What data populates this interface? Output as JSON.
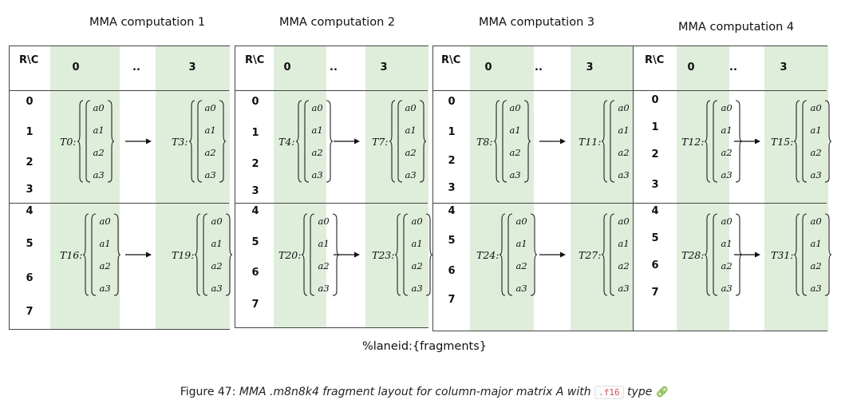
{
  "blocks": [
    {
      "title": "MMA computation 1",
      "corner": "R\\C",
      "cols": [
        "0",
        "..",
        "3"
      ],
      "rows_top": [
        "0",
        "1",
        "2",
        "3"
      ],
      "rows_bottom": [
        "4",
        "5",
        "6",
        "7"
      ],
      "frags": [
        {
          "label": "T0:",
          "items": [
            "a0",
            "a1",
            "a2",
            "a3"
          ]
        },
        {
          "label": "T3:",
          "items": [
            "a0",
            "a1",
            "a2",
            "a3"
          ]
        },
        {
          "label": "T16:",
          "items": [
            "a0",
            "a1",
            "a2",
            "a3"
          ]
        },
        {
          "label": "T19:",
          "items": [
            "a0",
            "a1",
            "a2",
            "a3"
          ]
        }
      ]
    },
    {
      "title": "MMA computation 2",
      "corner": "R\\C",
      "cols": [
        "0",
        "..",
        "3"
      ],
      "rows_top": [
        "0",
        "1",
        "2",
        "3"
      ],
      "rows_bottom": [
        "4",
        "5",
        "6",
        "7"
      ],
      "frags": [
        {
          "label": "T4:",
          "items": [
            "a0",
            "a1",
            "a2",
            "a3"
          ]
        },
        {
          "label": "T7:",
          "items": [
            "a0",
            "a1",
            "a2",
            "a3"
          ]
        },
        {
          "label": "T20:",
          "items": [
            "a0",
            "a1",
            "a2",
            "a3"
          ]
        },
        {
          "label": "T23:",
          "items": [
            "a0",
            "a1",
            "a2",
            "a3"
          ]
        }
      ]
    },
    {
      "title": "MMA computation 3",
      "corner": "R\\C",
      "cols": [
        "0",
        "..",
        "3"
      ],
      "rows_top": [
        "0",
        "1",
        "2",
        "3"
      ],
      "rows_bottom": [
        "4",
        "5",
        "6",
        "7"
      ],
      "frags": [
        {
          "label": "T8:",
          "items": [
            "a0",
            "a1",
            "a2",
            "a3"
          ]
        },
        {
          "label": "T11:",
          "items": [
            "a0",
            "a1",
            "a2",
            "a3"
          ]
        },
        {
          "label": "T24:",
          "items": [
            "a0",
            "a1",
            "a2",
            "a3"
          ]
        },
        {
          "label": "T27:",
          "items": [
            "a0",
            "a1",
            "a2",
            "a3"
          ]
        }
      ]
    },
    {
      "title": "MMA computation 4",
      "corner": "R\\C",
      "cols": [
        "0",
        "..",
        "3"
      ],
      "rows_top": [
        "0",
        "1",
        "2",
        "3"
      ],
      "rows_bottom": [
        "4",
        "5",
        "6",
        "7"
      ],
      "frags": [
        {
          "label": "T12:",
          "items": [
            "a0",
            "a1",
            "a2",
            "a3"
          ]
        },
        {
          "label": "T15:",
          "items": [
            "a0",
            "a1",
            "a2",
            "a3"
          ]
        },
        {
          "label": "T28:",
          "items": [
            "a0",
            "a1",
            "a2",
            "a3"
          ]
        },
        {
          "label": "T31:",
          "items": [
            "a0",
            "a1",
            "a2",
            "a3"
          ]
        }
      ]
    }
  ],
  "legend": "%laneid:{fragments}",
  "caption": {
    "prefix": "Figure 47: ",
    "italic": "MMA .m8n8k4 fragment layout for column-major matrix A with ",
    "code": ".f16",
    "suffix": " type",
    "link_icon": "link-icon"
  },
  "colors": {
    "cell_green": "#dfeedb",
    "border": "#444444",
    "code_text": "#d9534f",
    "link": "#7cb342"
  }
}
